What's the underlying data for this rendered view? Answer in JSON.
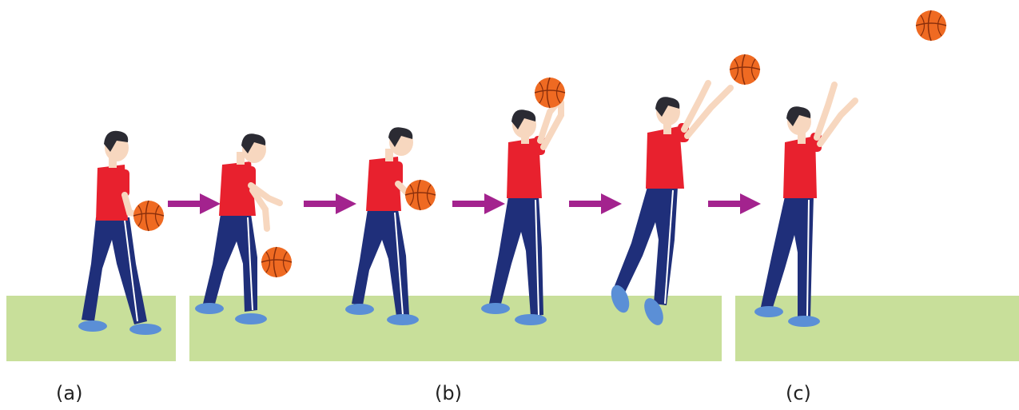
{
  "labels": {
    "a": "(a)",
    "b": "(b)",
    "c": "(c)"
  },
  "colors": {
    "ground": "#c8df9a",
    "arrow": "#a3238e",
    "shirt": "#e8212e",
    "pants": "#1f2f7a",
    "skin": "#f7d7bf",
    "hair": "#2b2b33",
    "shoe": "#5b8fd6",
    "ball": "#ef6a22",
    "ball_line": "#8a2f0c"
  },
  "icons": [
    "person-icon",
    "basketball-icon",
    "arrow-right-icon"
  ]
}
